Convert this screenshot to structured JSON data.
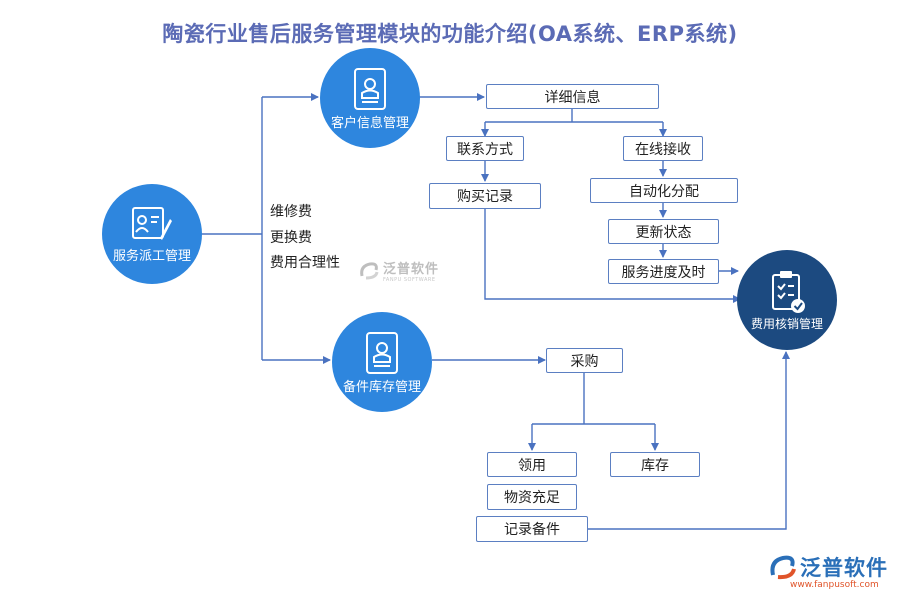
{
  "title": "陶瓷行业售后服务管理模块的功能介绍(OA系统、ERP系统)",
  "nodes": {
    "service_dispatch": "服务派工管理",
    "customer_info": "客户信息管理",
    "spare_inventory": "备件库存管理",
    "fee_writeoff": "费用核销管理",
    "details": "详细信息",
    "contact": "联系方式",
    "purchase_record": "购买记录",
    "online_receive": "在线接收",
    "auto_assign": "自动化分配",
    "update_status": "更新状态",
    "service_progress": "服务进度及时",
    "procurement": "采购",
    "requisition": "领用",
    "stock": "库存",
    "supplies_sufficient": "物资充足",
    "record_spares": "记录备件"
  },
  "fees": [
    "维修费",
    "更换费",
    "费用合理性"
  ],
  "watermark": {
    "text": "泛普软件",
    "sub": "FANPU SOFTWARE"
  },
  "logo": {
    "text": "泛普软件",
    "url": "www.fanpusoft.com"
  },
  "colors": {
    "accent": "#2e86de",
    "dark": "#1c4a80",
    "line": "#4a72c0",
    "title": "#5b6bb5"
  }
}
